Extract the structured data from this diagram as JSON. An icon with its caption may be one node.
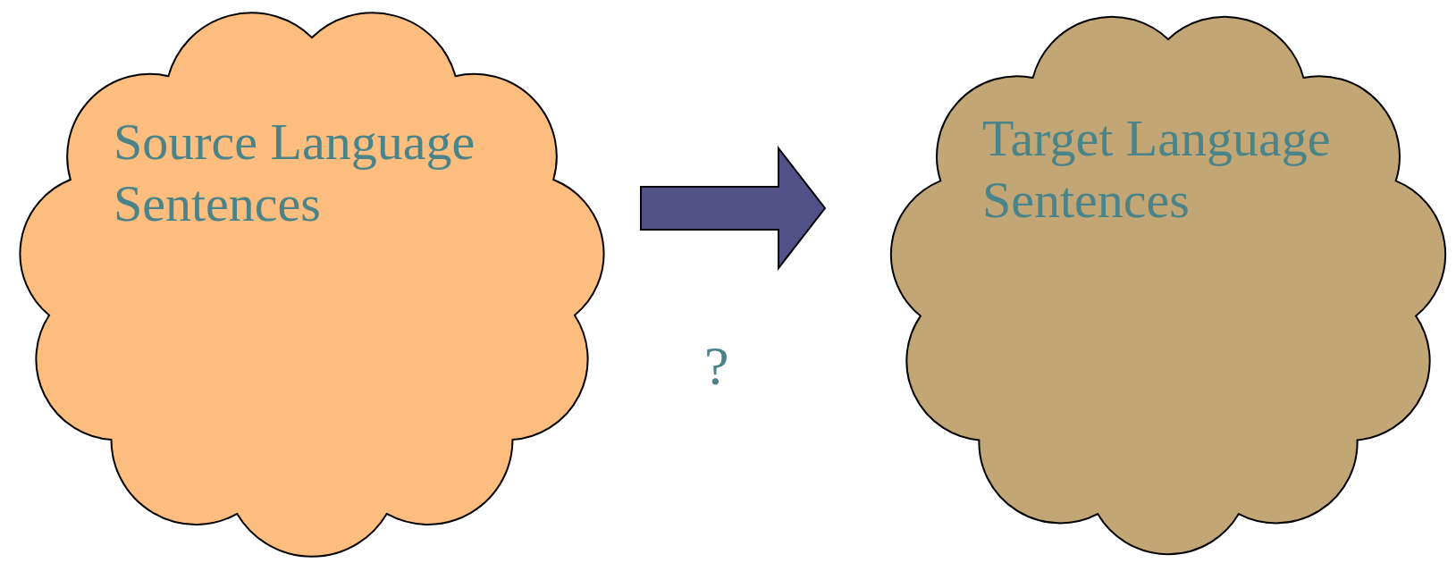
{
  "diagram": {
    "nodes": [
      {
        "text": [
          "Source Language Sentences"
        ]
      },
      {
        "text": [
          "Target Language Sentences"
        ]
      }
    ],
    "edges": [
      {
        "from": 0,
        "to": 1,
        "arrow": "to",
        "style": "thick",
        "color": "#525288"
      }
    ],
    "labels": [
      "?"
    ]
  }
}
